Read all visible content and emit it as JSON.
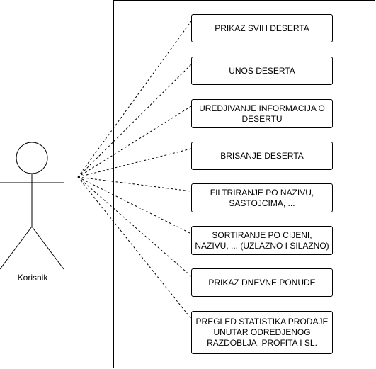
{
  "actor": {
    "label": "Korisnik"
  },
  "use_cases": [
    {
      "label": "PRIKAZ SVIH DESERTA"
    },
    {
      "label": "UNOS DESERTA"
    },
    {
      "label": "UREDJIVANJE INFORMACIJA O DESERTU"
    },
    {
      "label": "BRISANJE DESERTA"
    },
    {
      "label": "FILTRIRANJE PO NAZIVU, SASTOJCIMA, ..."
    },
    {
      "label": "SORTIRANJE PO CIJENI, NAZIVU, ... (UZLAZNO I SILAZNO)"
    },
    {
      "label": "PRIKAZ DNEVNE PONUDE"
    },
    {
      "label": "PREGLED STATISTIKA PRODAJE UNUTAR ODREDJENOG RAZDOBLJA, PROFITA I SL."
    }
  ]
}
